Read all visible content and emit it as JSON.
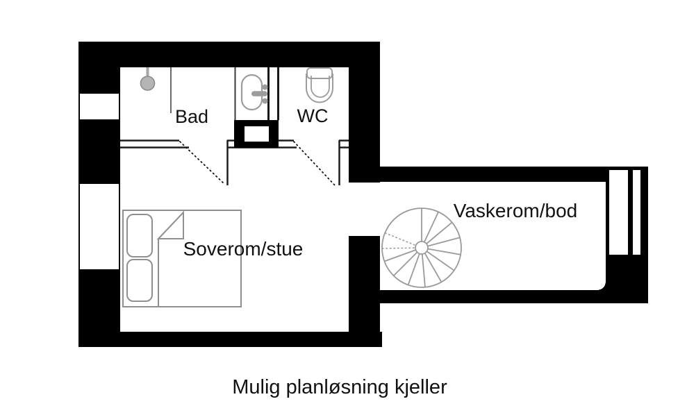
{
  "caption": {
    "text": "Mulig planløsning kjeller"
  },
  "rooms": {
    "bad": {
      "label": "Bad"
    },
    "wc": {
      "label": "WC"
    },
    "soverom": {
      "label": "Soverom/stue"
    },
    "vaskerom": {
      "label": "Vaskerom/bod"
    }
  },
  "fixtures": {
    "shower": "shower-head-icon",
    "sink": "sink-tub-icon",
    "toilet": "toilet-icon",
    "chimney": "chimney-block",
    "bed": "double-bed-icon",
    "stairs": "spiral-staircase-icon",
    "doors": [
      "bad-door-swing",
      "wc-door-swing"
    ],
    "windows": [
      "left-wall-window-1",
      "left-wall-window-2",
      "basement-window-right"
    ]
  },
  "colors": {
    "wall": "#000000",
    "fixture_stroke": "#9c9c9c",
    "bed_stroke": "#8f8f8f",
    "stair_stroke": "#9a9a9a",
    "text": "#111111",
    "background": "#ffffff"
  }
}
